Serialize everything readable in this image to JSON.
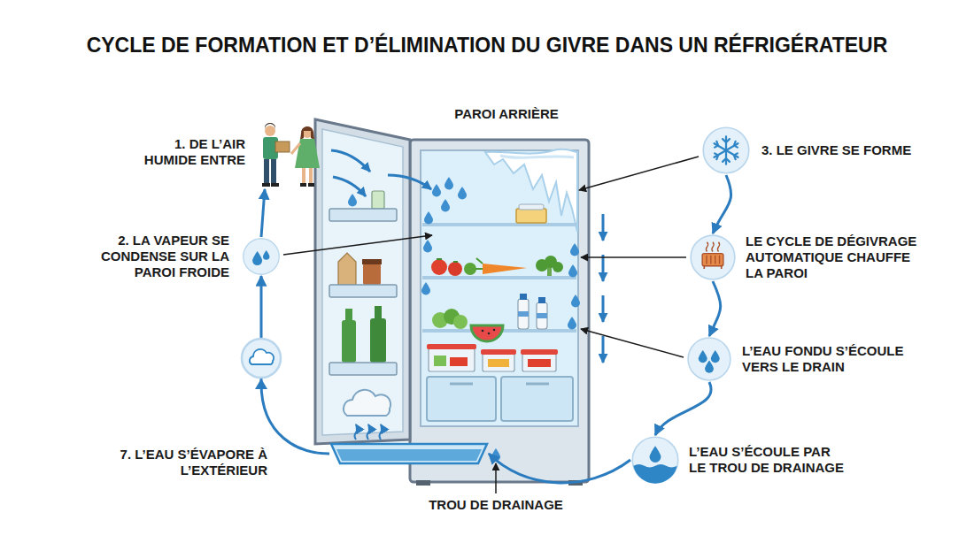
{
  "diagram": {
    "title": "CYCLE DE FORMATION ET D’ÉLIMINATION DU GIVRE DANS UN RÉFRIGÉRATEUR",
    "nodes": [
      {
        "text": [
          "1. DE L’AIR HUMIDE ENTRE"
        ]
      },
      {
        "text": [
          "2. LA VAPEUR SE CONDENSE SUR LA PAROI FROIDE"
        ]
      },
      {
        "text": [
          "3. LE GIVRE SE FORME"
        ]
      },
      {
        "text": [
          "LE CYCLE DE DÉGIVRAGE AUTOMATIQUE CHAUFFE LA PAROI"
        ]
      },
      {
        "text": [
          "L’EAU FONDU S’ÉCOULE VERS LE DRAIN"
        ]
      },
      {
        "text": [
          "L’EAU S’ÉCOULE PAR LE TROU DE DRAINAGE"
        ]
      },
      {
        "text": [
          "7. L’EAU S’ÉVAPORE À L’EXTÉRIEUR"
        ]
      }
    ],
    "edges": [
      {
        "from": 2,
        "to": 3,
        "arrow": "to"
      },
      {
        "from": 3,
        "to": 4,
        "arrow": "to"
      },
      {
        "from": 4,
        "to": 5,
        "arrow": "to"
      },
      {
        "from": 5,
        "to": 6,
        "arrow": "to"
      },
      {
        "from": 6,
        "to": 1,
        "arrow": "to"
      },
      {
        "from": 1,
        "to": 0,
        "arrow": "to"
      }
    ],
    "labels": [
      "PAROI ARRIÈRE",
      "TROU DE DRAINAGE"
    ]
  }
}
